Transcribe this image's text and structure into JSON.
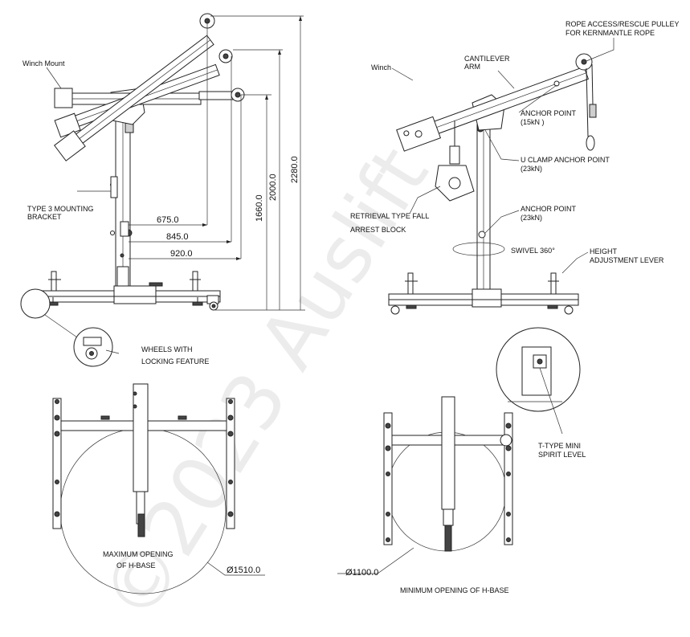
{
  "labels": {
    "winch_mount": "Winch Mount",
    "type3_bracket_1": "TYPE 3 MOUNTING",
    "type3_bracket_2": "BRACKET",
    "wheels_1": "WHEELS WITH",
    "wheels_2": "LOCKING FEATURE",
    "winch": "Winch",
    "cantilever_1": "CANTILEVER",
    "cantilever_2": "ARM",
    "rope_access_1": "ROPE ACCESS/RESCUE PULLEY",
    "rope_access_2": "FOR KERNMANTLE ROPE",
    "anchor_point_1": "ANCHOR POINT",
    "anchor_point_1b": "(15kN )",
    "u_clamp_1": "U CLAMP ANCHOR POINT",
    "u_clamp_2": "(23kN)",
    "retrieval_1": "RETRIEVAL TYPE FALL",
    "retrieval_2": "ARREST BLOCK",
    "anchor_point_2": "ANCHOR POINT",
    "anchor_point_2b": "(23kN)",
    "swivel": "SWIVEL 360°",
    "height_adj_1": "HEIGHT",
    "height_adj_2": "ADJUSTMENT LEVER",
    "max_opening_1": "MAXIMUM OPENING",
    "max_opening_2": "OF H-BASE",
    "min_opening": "MINIMUM OPENING OF H-BASE",
    "spirit_1": "T-TYPE MINI",
    "spirit_2": "SPIRIT LEVEL"
  },
  "dimensions": {
    "reach_675": "675.0",
    "reach_845": "845.0",
    "reach_920": "920.0",
    "height_1660": "1660.0",
    "height_2000": "2000.0",
    "height_2280": "2280.0",
    "dia_max": "Ø1510.0",
    "dia_min": "Ø1100.0"
  },
  "watermark": "©2023 Auslift"
}
